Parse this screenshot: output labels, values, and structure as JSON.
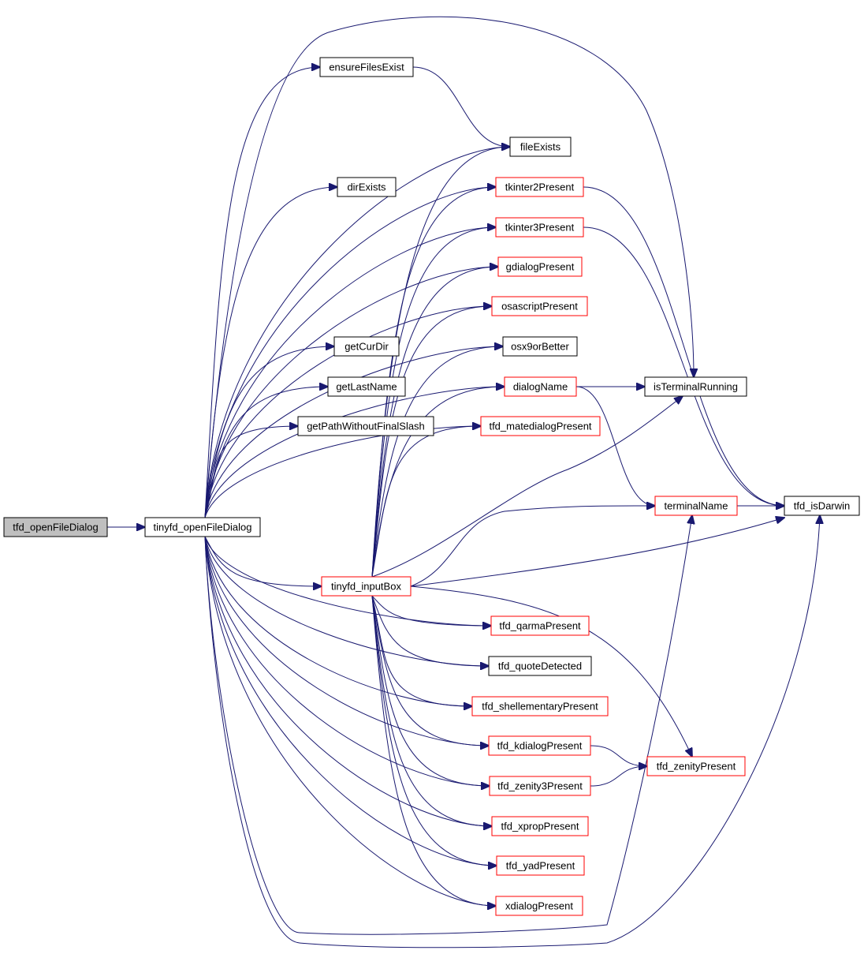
{
  "colors": {
    "edge": "#191970",
    "root_fill": "#bfbfbf",
    "box_border_black": "#000000",
    "box_border_red": "#ff0000",
    "box_fill": "#ffffff"
  },
  "nodes": [
    {
      "id": "root",
      "label": "tfd_openFileDialog",
      "style": "root"
    },
    {
      "id": "tinyfd_openFileDialog",
      "label": "tinyfd_openFileDialog",
      "style": "black"
    },
    {
      "id": "ensureFilesExist",
      "label": "ensureFilesExist",
      "style": "black"
    },
    {
      "id": "dirExists",
      "label": "dirExists",
      "style": "black"
    },
    {
      "id": "getCurDir",
      "label": "getCurDir",
      "style": "black"
    },
    {
      "id": "getLastName",
      "label": "getLastName",
      "style": "black"
    },
    {
      "id": "getPathWithoutFinalSlash",
      "label": "getPathWithoutFinalSlash",
      "style": "black"
    },
    {
      "id": "tinyfd_inputBox",
      "label": "tinyfd_inputBox",
      "style": "red"
    },
    {
      "id": "fileExists",
      "label": "fileExists",
      "style": "black"
    },
    {
      "id": "tkinter2Present",
      "label": "tkinter2Present",
      "style": "red"
    },
    {
      "id": "tkinter3Present",
      "label": "tkinter3Present",
      "style": "red"
    },
    {
      "id": "gdialogPresent",
      "label": "gdialogPresent",
      "style": "red"
    },
    {
      "id": "osascriptPresent",
      "label": "osascriptPresent",
      "style": "red"
    },
    {
      "id": "osx9orBetter",
      "label": "osx9orBetter",
      "style": "black"
    },
    {
      "id": "dialogName",
      "label": "dialogName",
      "style": "red"
    },
    {
      "id": "tfd_matedialogPresent",
      "label": "tfd_matedialogPresent",
      "style": "red"
    },
    {
      "id": "isTerminalRunning",
      "label": "isTerminalRunning",
      "style": "black"
    },
    {
      "id": "terminalName",
      "label": "terminalName",
      "style": "red"
    },
    {
      "id": "tfd_isDarwin",
      "label": "tfd_isDarwin",
      "style": "black"
    },
    {
      "id": "tfd_qarmaPresent",
      "label": "tfd_qarmaPresent",
      "style": "red"
    },
    {
      "id": "tfd_quoteDetected",
      "label": "tfd_quoteDetected",
      "style": "black"
    },
    {
      "id": "tfd_shellementaryPresent",
      "label": "tfd_shellementaryPresent",
      "style": "red"
    },
    {
      "id": "tfd_kdialogPresent",
      "label": "tfd_kdialogPresent",
      "style": "red"
    },
    {
      "id": "tfd_zenity3Present",
      "label": "tfd_zenity3Present",
      "style": "red"
    },
    {
      "id": "tfd_zenityPresent",
      "label": "tfd_zenityPresent",
      "style": "red"
    },
    {
      "id": "tfd_xpropPresent",
      "label": "tfd_xpropPresent",
      "style": "red"
    },
    {
      "id": "tfd_yadPresent",
      "label": "tfd_yadPresent",
      "style": "red"
    },
    {
      "id": "xdialogPresent",
      "label": "xdialogPresent",
      "style": "red"
    }
  ],
  "edges": [
    [
      "root",
      "tinyfd_openFileDialog"
    ],
    [
      "tinyfd_openFileDialog",
      "ensureFilesExist"
    ],
    [
      "tinyfd_openFileDialog",
      "isTerminalRunning"
    ],
    [
      "tinyfd_openFileDialog",
      "tkinter2Present"
    ],
    [
      "tinyfd_openFileDialog",
      "tkinter3Present"
    ],
    [
      "tinyfd_openFileDialog",
      "dirExists"
    ],
    [
      "tinyfd_openFileDialog",
      "fileExists"
    ],
    [
      "tinyfd_openFileDialog",
      "gdialogPresent"
    ],
    [
      "tinyfd_openFileDialog",
      "osascriptPresent"
    ],
    [
      "tinyfd_openFileDialog",
      "getCurDir"
    ],
    [
      "tinyfd_openFileDialog",
      "getLastName"
    ],
    [
      "tinyfd_openFileDialog",
      "getPathWithoutFinalSlash"
    ],
    [
      "tinyfd_openFileDialog",
      "osx9orBetter"
    ],
    [
      "tinyfd_openFileDialog",
      "dialogName"
    ],
    [
      "tinyfd_openFileDialog",
      "tfd_matedialogPresent"
    ],
    [
      "tinyfd_openFileDialog",
      "tinyfd_inputBox"
    ],
    [
      "tinyfd_openFileDialog",
      "tfd_qarmaPresent"
    ],
    [
      "tinyfd_openFileDialog",
      "tfd_quoteDetected"
    ],
    [
      "tinyfd_openFileDialog",
      "tfd_shellementaryPresent"
    ],
    [
      "tinyfd_openFileDialog",
      "tfd_kdialogPresent"
    ],
    [
      "tinyfd_openFileDialog",
      "tfd_zenity3Present"
    ],
    [
      "tinyfd_openFileDialog",
      "tfd_xpropPresent"
    ],
    [
      "tinyfd_openFileDialog",
      "tfd_yadPresent"
    ],
    [
      "tinyfd_openFileDialog",
      "xdialogPresent"
    ],
    [
      "tinyfd_openFileDialog",
      "terminalName"
    ],
    [
      "tinyfd_openFileDialog",
      "tfd_isDarwin"
    ],
    [
      "ensureFilesExist",
      "fileExists"
    ],
    [
      "tinyfd_inputBox",
      "fileExists"
    ],
    [
      "tinyfd_inputBox",
      "tkinter2Present"
    ],
    [
      "tinyfd_inputBox",
      "tkinter3Present"
    ],
    [
      "tinyfd_inputBox",
      "gdialogPresent"
    ],
    [
      "tinyfd_inputBox",
      "osascriptPresent"
    ],
    [
      "tinyfd_inputBox",
      "osx9orBetter"
    ],
    [
      "tinyfd_inputBox",
      "dialogName"
    ],
    [
      "tinyfd_inputBox",
      "tfd_matedialogPresent"
    ],
    [
      "tinyfd_inputBox",
      "isTerminalRunning"
    ],
    [
      "tinyfd_inputBox",
      "terminalName"
    ],
    [
      "tinyfd_inputBox",
      "tfd_isDarwin"
    ],
    [
      "tinyfd_inputBox",
      "tfd_qarmaPresent"
    ],
    [
      "tinyfd_inputBox",
      "tfd_quoteDetected"
    ],
    [
      "tinyfd_inputBox",
      "tfd_shellementaryPresent"
    ],
    [
      "tinyfd_inputBox",
      "tfd_kdialogPresent"
    ],
    [
      "tinyfd_inputBox",
      "tfd_zenity3Present"
    ],
    [
      "tinyfd_inputBox",
      "tfd_zenityPresent"
    ],
    [
      "tinyfd_inputBox",
      "tfd_xpropPresent"
    ],
    [
      "tinyfd_inputBox",
      "tfd_yadPresent"
    ],
    [
      "tinyfd_inputBox",
      "xdialogPresent"
    ],
    [
      "tkinter2Present",
      "tfd_isDarwin"
    ],
    [
      "tkinter3Present",
      "tfd_isDarwin"
    ],
    [
      "dialogName",
      "isTerminalRunning"
    ],
    [
      "dialogName",
      "terminalName"
    ],
    [
      "terminalName",
      "tfd_isDarwin"
    ],
    [
      "tfd_kdialogPresent",
      "tfd_zenityPresent"
    ],
    [
      "tfd_zenity3Present",
      "tfd_zenityPresent"
    ]
  ]
}
